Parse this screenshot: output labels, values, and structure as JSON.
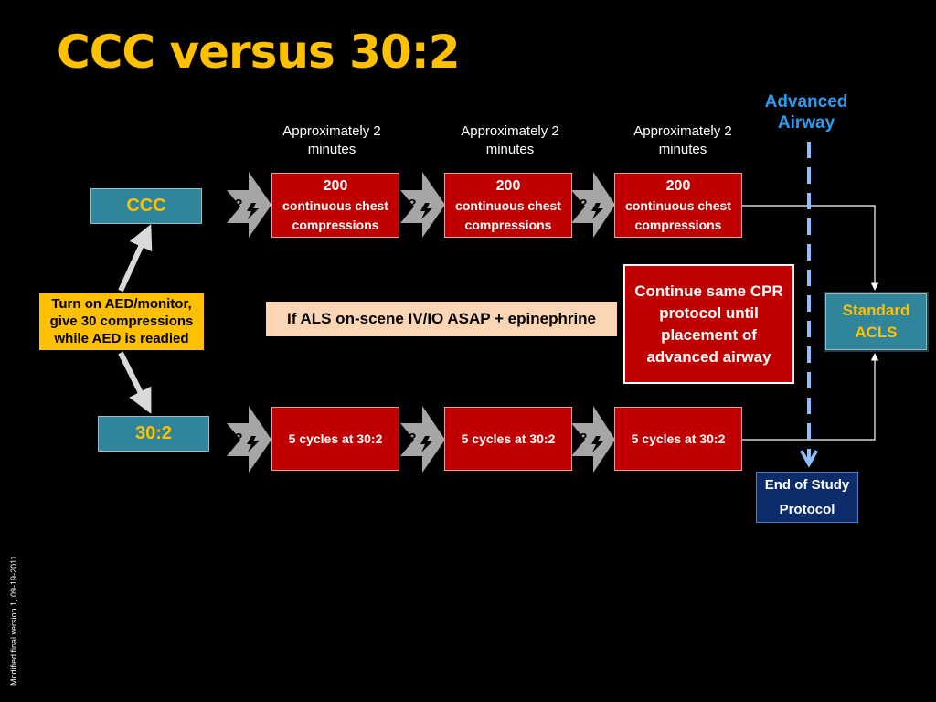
{
  "title": "CCC versus 30:2",
  "advanced_airway": "Advanced Airway",
  "duration_labels": [
    "Approximately 2 minutes",
    "Approximately 2 minutes",
    "Approximately 2 minutes"
  ],
  "ccc_arm": {
    "label": "CCC",
    "steps": [
      {
        "count": "200",
        "text": "continuous chest compressions"
      },
      {
        "count": "200",
        "text": "continuous chest compressions"
      },
      {
        "count": "200",
        "text": "continuous chest compressions"
      }
    ]
  },
  "arm_30_2": {
    "label": "30:2",
    "steps": [
      "5 cycles at 30:2",
      "5 cycles at 30:2",
      "5 cycles at 30:2"
    ]
  },
  "rhythm_check_label": "?",
  "shock_icon": "lightning-bolt-icon",
  "start_step": "Turn on AED/monitor, give 30 compressions while AED is readied",
  "als_note": "If ALS on-scene IV/IO ASAP + epinephrine",
  "continue_note": "Continue same CPR protocol until placement of advanced airway",
  "standard_acls": "Standard ACLS",
  "end_of_study": "End of Study Protocol",
  "version_note": "Modified final version 1, 09-19-2011",
  "colors": {
    "title": "#ffc000",
    "arm_box": "#31859b",
    "step_box": "#c00000",
    "airway_line": "#2d9bf0",
    "end_box": "#0d2c6c",
    "start_box": "#ffc000",
    "als_box": "#fcd5b4",
    "check_arrow": "#a6a6a6"
  }
}
